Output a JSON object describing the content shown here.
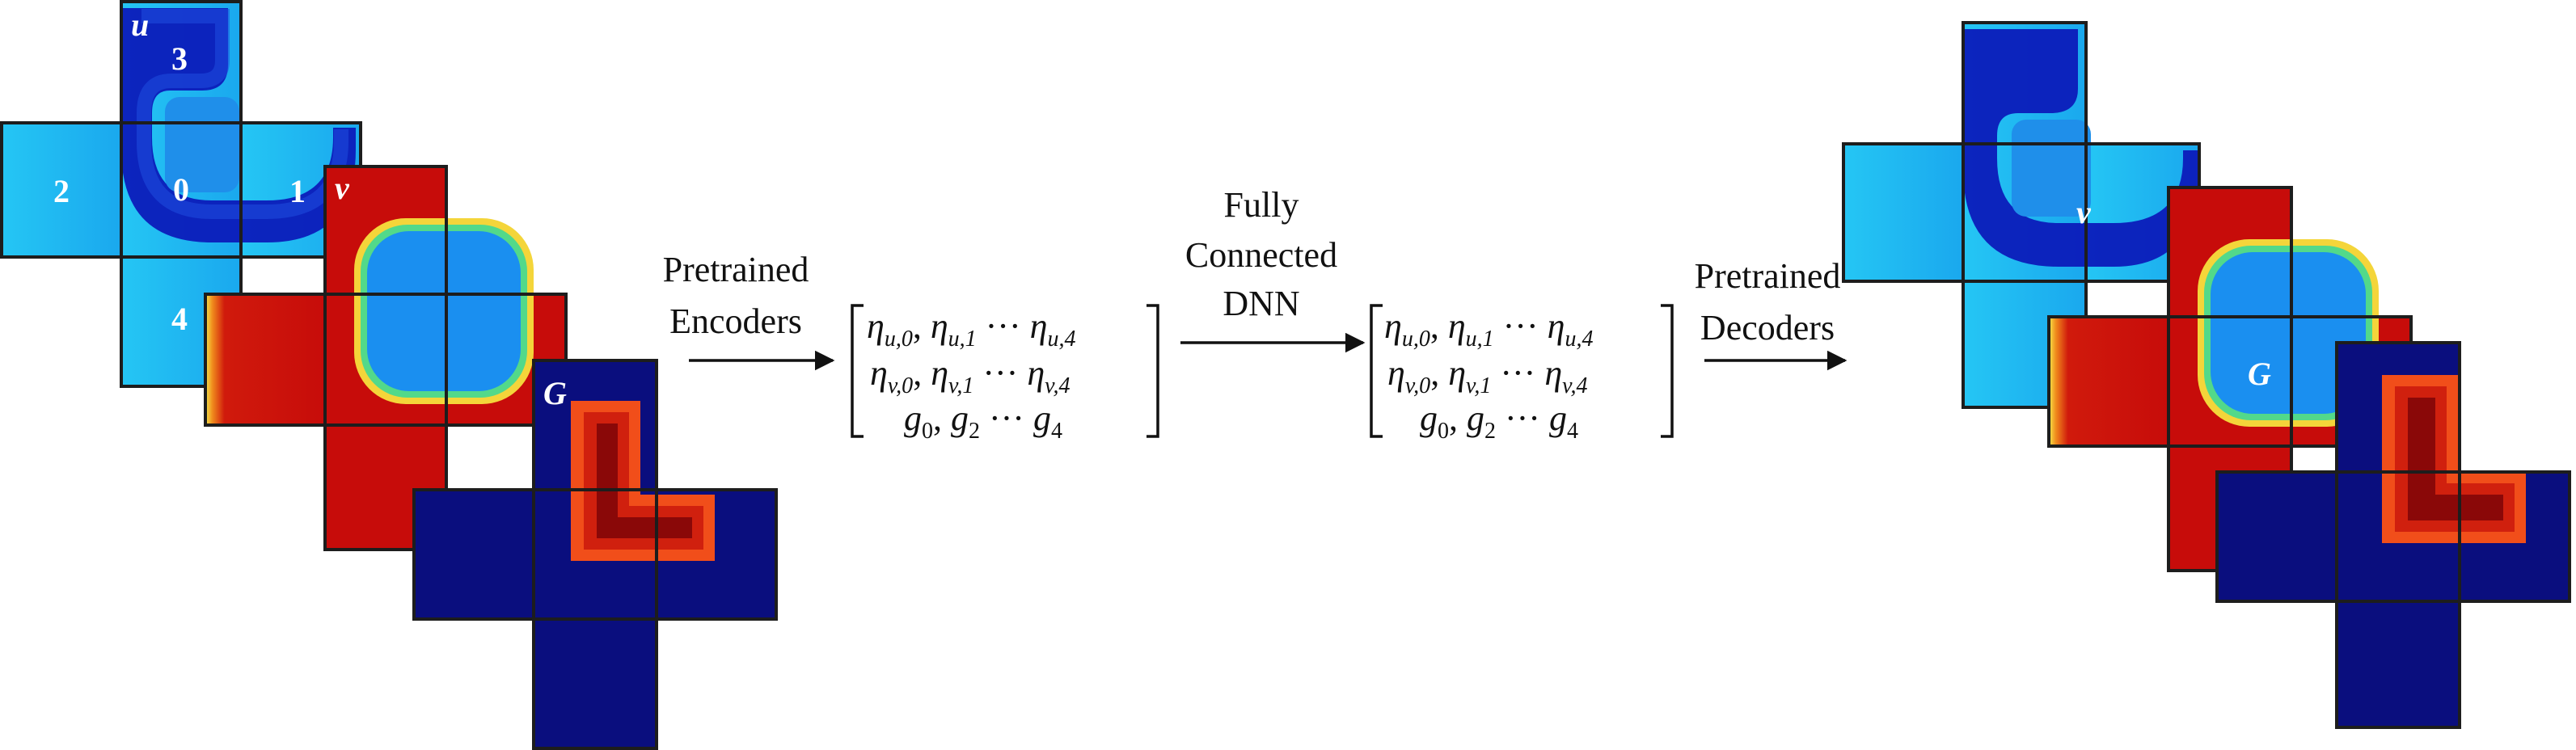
{
  "input": {
    "u": {
      "label": "u",
      "face_numbers": [
        "0",
        "1",
        "2",
        "3",
        "4"
      ]
    },
    "v": {
      "label": "v"
    },
    "g": {
      "label": "G"
    }
  },
  "output": {
    "v": {
      "label": "v"
    },
    "g": {
      "label": "G"
    }
  },
  "stages": {
    "encoders": {
      "line1": "Pretrained",
      "line2": "Encoders"
    },
    "dnn": {
      "line1": "Fully",
      "line2": "Connected",
      "line3": "DNN"
    },
    "decoders": {
      "line1": "Pretrained",
      "line2": "Decoders"
    }
  },
  "latent": {
    "row1": {
      "sym": "η",
      "sub1": "u,0",
      "sub2": "u,1",
      "dots": "···",
      "sub3": "u,4"
    },
    "row2": {
      "sym": "η",
      "sub1": "v,0",
      "sub2": "v,1",
      "dots": "···",
      "sub3": "v,4"
    },
    "row3": {
      "sym": "g",
      "sub1": "0",
      "sub2": "2",
      "dots": "···",
      "sub3": "4"
    }
  },
  "colors": {
    "u_light": "#1ec0f2",
    "u_mid": "#1f8fea",
    "u_deep": "#0b14b5",
    "v_red": "#c80c0a",
    "v_blue": "#1a8ff0",
    "g_navy": "#0a0e7e",
    "g_core": "#8a0808",
    "grid": "#1d1d1d"
  }
}
